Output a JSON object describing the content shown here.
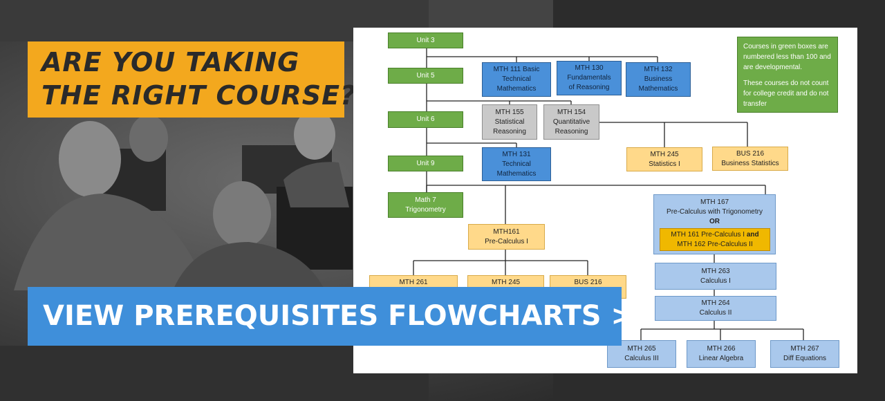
{
  "headline": {
    "line1": "ARE YOU TAKING",
    "line2": "THE RIGHT COURSE?"
  },
  "cta": {
    "label": "VIEW PREREQUISITES FLOWCHARTS >>"
  },
  "colors": {
    "accent_yellow": "#f3a81e",
    "cta_blue": "#3f8fda",
    "green_box": "#6eac48",
    "blue_box": "#4a90d9",
    "gray_box": "#c9c9c9",
    "yellow_box": "#ffd98a",
    "lightblue_box": "#a9c8ec",
    "gold_box": "#f0b800"
  },
  "flowchart": {
    "note": {
      "line1": "Courses in green boxes are numbered less than 100 and are developmental.",
      "line2": "These courses do not count for college credit and do not transfer"
    },
    "units": {
      "unit3": "Unit 3",
      "unit5": "Unit 5",
      "unit6": "Unit 6",
      "unit9": "Unit 9"
    },
    "math7": {
      "line1": "Math 7",
      "line2": "Trigonometry"
    },
    "mth111": {
      "line1": "MTH 111 Basic",
      "line2": "Technical",
      "line3": "Mathematics"
    },
    "mth130": {
      "line1": "MTH 130",
      "line2": "Fundamentals",
      "line3": "of Reasoning"
    },
    "mth132": {
      "line1": "MTH 132",
      "line2": "Business",
      "line3": "Mathematics"
    },
    "mth155": {
      "line1": "MTH 155",
      "line2": "Statistical",
      "line3": "Reasoning"
    },
    "mth154": {
      "line1": "MTH 154",
      "line2": "Quantitative",
      "line3": "Reasoning"
    },
    "mth131": {
      "line1": "MTH 131",
      "line2": "Technical",
      "line3": "Mathematics"
    },
    "mth245_top": {
      "line1": "MTH 245",
      "line2": "Statistics I"
    },
    "bus216_top": {
      "line1": "BUS 216",
      "line2": "Business Statistics"
    },
    "mth161": {
      "line1": "MTH161",
      "line2": "Pre-Calculus I"
    },
    "mth261": {
      "line1": "MTH 261"
    },
    "mth245_bottom": {
      "line1": "MTH 245"
    },
    "bus216_bottom": {
      "line1": "BUS 216"
    },
    "mth167": {
      "line1": "MTH 167",
      "line2": "Pre-Calculus with Trigonometry",
      "line3": "OR"
    },
    "mth161_162": {
      "line1a": "MTH 161 Pre-Calculus I ",
      "line1b": "and",
      "line2": "MTH 162 Pre-Calculus II"
    },
    "mth263": {
      "line1": "MTH 263",
      "line2": "Calculus I"
    },
    "mth264": {
      "line1": "MTH 264",
      "line2": "Calculus II"
    },
    "mth265": {
      "line1": "MTH 265",
      "line2": "Calculus III"
    },
    "mth266": {
      "line1": "MTH 266",
      "line2": "Linear Algebra"
    },
    "mth267": {
      "line1": "MTH 267",
      "line2": "Diff Equations"
    }
  }
}
